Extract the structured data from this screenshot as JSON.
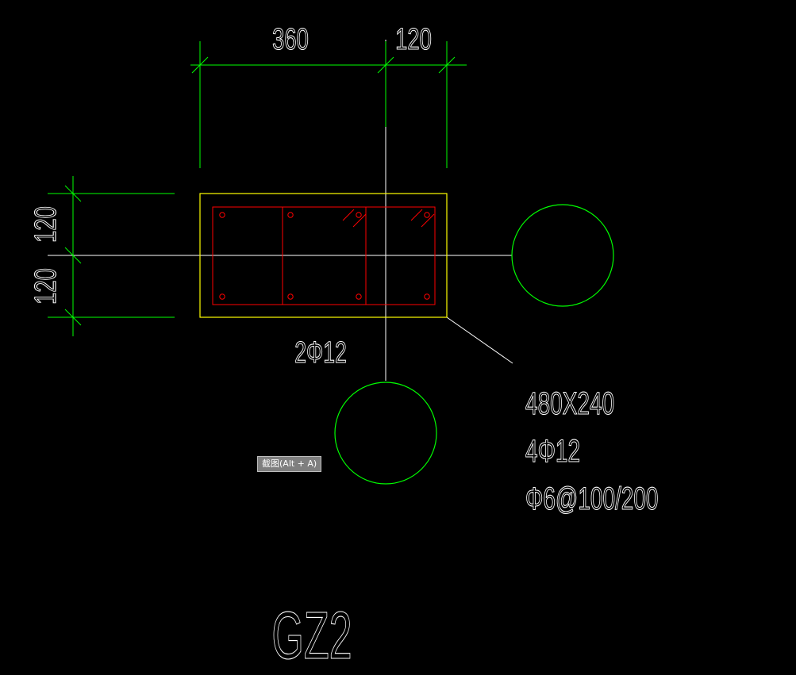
{
  "drawing": {
    "dimensions": {
      "top_left": "360",
      "top_right": "120",
      "left_upper": "120",
      "left_lower": "120"
    },
    "labels": {
      "middle_bars": "2Φ12",
      "section_size": "480X240",
      "corner_bars": "4Φ12",
      "stirrups": "Φ6@100/200",
      "title": "GZ2"
    },
    "colors": {
      "background": "#000000",
      "dimension_lines": "#00ff00",
      "section_outline": "#ffff00",
      "rebar": "#ff0000",
      "axis_lines": "#ffffff",
      "column_circles": "#00ff00",
      "text": "#ffffff"
    }
  },
  "tooltip": {
    "text": "截图(Alt + A)"
  }
}
